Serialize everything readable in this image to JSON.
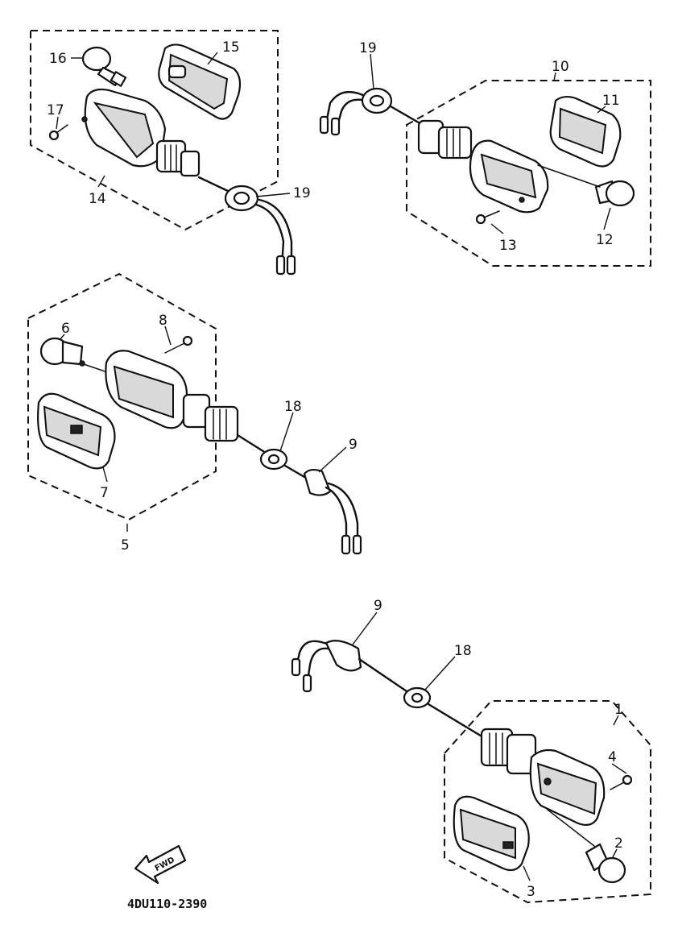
{
  "labels": {
    "p1": "1",
    "p2": "2",
    "p3": "3",
    "p4": "4",
    "p5": "5",
    "p6": "6",
    "p7": "7",
    "p8": "8",
    "p9a": "9",
    "p9b": "9",
    "p10": "10",
    "p11": "11",
    "p12": "12",
    "p13": "13",
    "p14": "14",
    "p15": "15",
    "p16": "16",
    "p17": "17",
    "p18a": "18",
    "p18b": "18",
    "p19a": "19",
    "p19b": "19"
  },
  "fwd_badge": "FWD",
  "drawing_code": "4DU110-2390",
  "colors": {
    "ink": "#111111",
    "paper": "#ffffff"
  }
}
